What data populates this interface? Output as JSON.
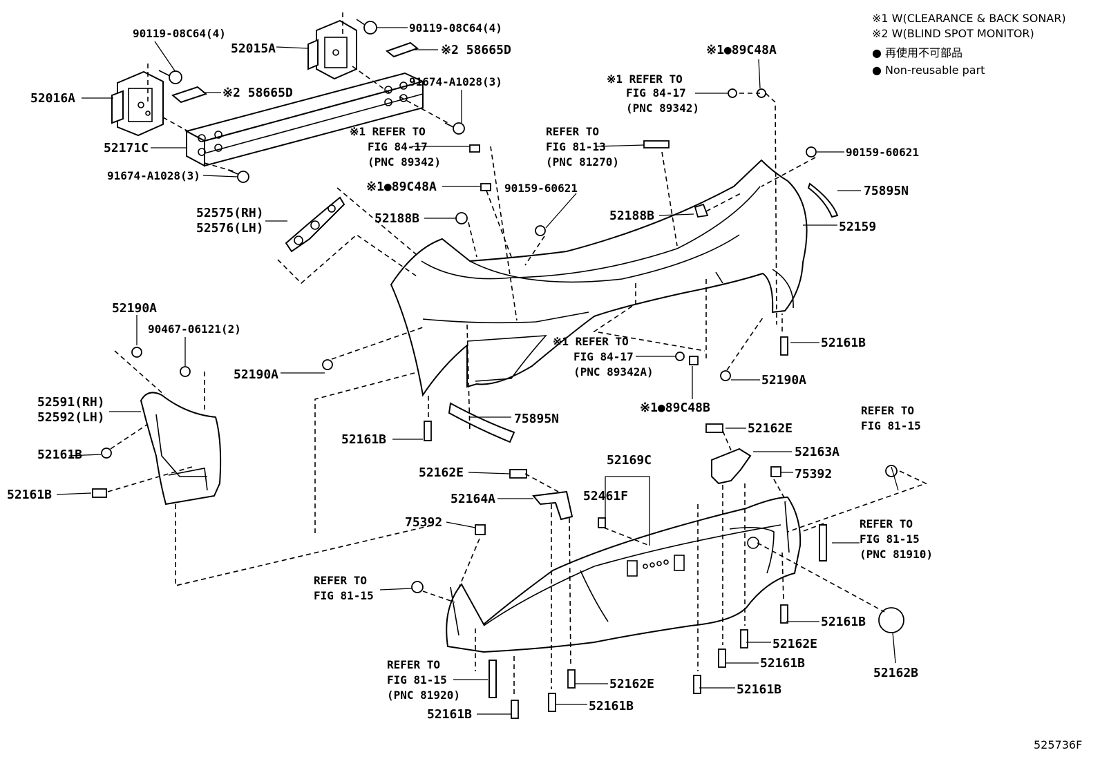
{
  "legend": {
    "note1": "※1 W(CLEARANCE & BACK SONAR)",
    "note2": "※2 W(BLIND SPOT MONITOR)",
    "note3": "● 再使用不可部品",
    "note4": "● Non-reusable part"
  },
  "labels": {
    "p90119_a": "90119-08C64(4)",
    "p90119_b": "90119-08C64(4)",
    "p52015A": "52015A",
    "p58665D_a": "※2 58665D",
    "p58665D_b": "※2 58665D",
    "p52016A": "52016A",
    "p91674_a": "91674-A1028(3)",
    "p91674_b": "91674-A1028(3)",
    "p52171C": "52171C",
    "p89C48A_top": "※1●89C48A",
    "ref_8417_top_1": "※1 REFER TO",
    "ref_8417_top_2": "FIG 84-17",
    "ref_8417_top_3": "(PNC 89342)",
    "ref_8417_mid_1": "※1 REFER TO",
    "ref_8417_mid_2": "FIG 84-17",
    "ref_8417_mid_3": "(PNC 89342)",
    "ref_8113_1": "REFER TO",
    "ref_8113_2": "FIG 81-13",
    "ref_8113_3": "(PNC 81270)",
    "p90159_a": "90159-60621",
    "p90159_b": "90159-60621",
    "p89C48A_mid": "※1●89C48A",
    "p52575": "52575(RH)",
    "p52576": "52576(LH)",
    "p52188B_a": "52188B",
    "p52188B_b": "52188B",
    "p75895N_a": "75895N",
    "p75895N_b": "75895N",
    "p52159": "52159",
    "p52190A_a": "52190A",
    "p52190A_b": "52190A",
    "p52190A_c": "52190A",
    "p90467": "90467-06121(2)",
    "p52161B_1": "52161B",
    "p52161B_2": "52161B",
    "p52161B_3": "52161B",
    "p52161B_4": "52161B",
    "p52161B_5": "52161B",
    "p52161B_6": "52161B",
    "p52161B_7": "52161B",
    "p52161B_8": "52161B",
    "p52161B_9": "52161B",
    "ref_8417_low_1": "※1 REFER TO",
    "ref_8417_low_2": "FIG 84-17",
    "ref_8417_low_3": "(PNC 89342A)",
    "p89C48B": "※1●89C48B",
    "p52591": "52591(RH)",
    "p52592": "52592(LH)",
    "p52162E_1": "52162E",
    "p52162E_2": "52162E",
    "p52162E_3": "52162E",
    "p52162E_4": "52162E",
    "p52163A": "52163A",
    "p52169C": "52169C",
    "p52461F": "52461F",
    "p52164A": "52164A",
    "p75392_a": "75392",
    "p75392_b": "75392",
    "ref_8115_a_1": "REFER TO",
    "ref_8115_a_2": "FIG 81-15",
    "ref_8115_b_1": "REFER TO",
    "ref_8115_b_2": "FIG 81-15",
    "ref_8115_b_3": "(PNC 81910)",
    "ref_8115_c_1": "REFER TO",
    "ref_8115_c_2": "FIG 81-15",
    "ref_8115_d_1": "REFER TO",
    "ref_8115_d_2": "FIG 81-15",
    "ref_8115_d_3": "(PNC 81920)",
    "p52162B": "52162B",
    "figure_id": "525736F"
  }
}
